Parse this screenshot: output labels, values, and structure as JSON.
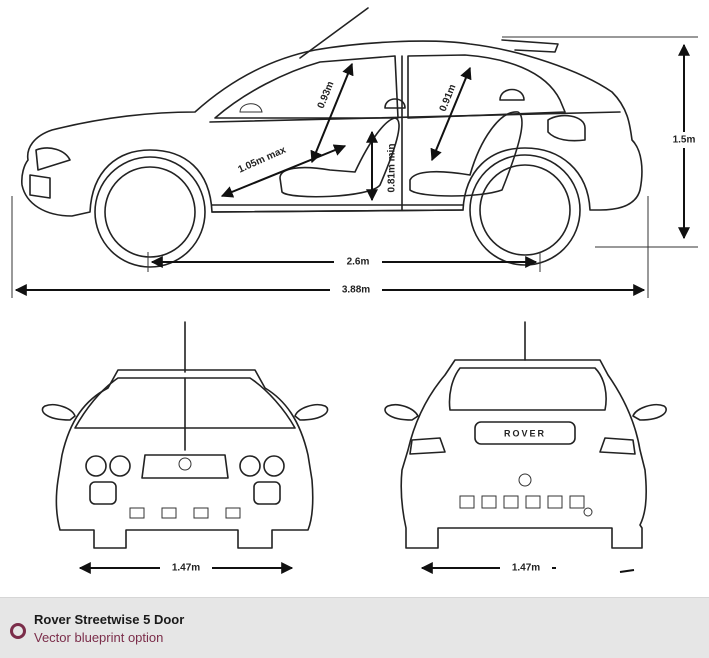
{
  "dimensions": {
    "head_room_front": "0.93m",
    "head_room_rear": "0.91m",
    "leg_room_front": "1.05m max",
    "leg_room_rear": "0.81m min",
    "height": "1.5m",
    "wheelbase": "2.6m",
    "length": "3.88m",
    "front_track": "1.47m",
    "rear_track": "1.47m",
    "rear_plate": "ROVER"
  },
  "caption": {
    "title": "Rover Streetwise 5 Door",
    "subtitle": "Vector blueprint option"
  },
  "colors": {
    "caption_background": "#e6e6e6",
    "accent": "#7b2d4a",
    "line": "#222222"
  },
  "icons": {
    "caption_bullet": "ring-bullet-icon"
  }
}
